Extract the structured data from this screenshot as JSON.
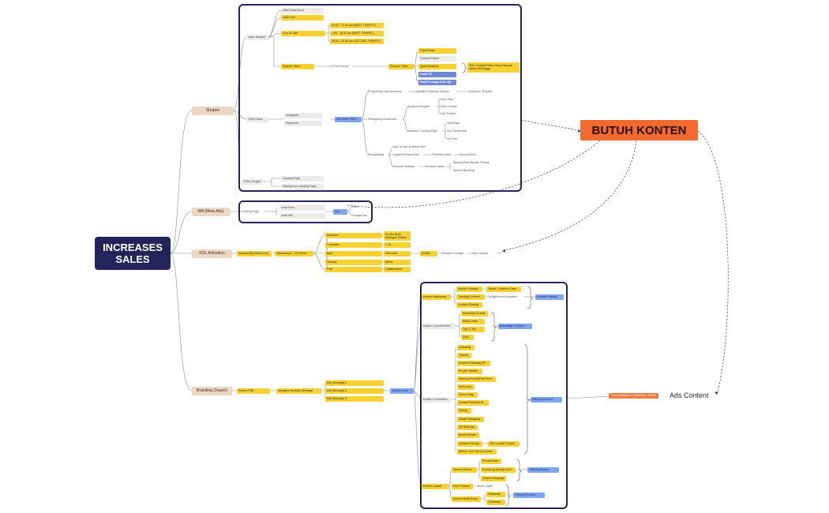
{
  "root": {
    "line1": "INCREASES",
    "line2": "SALES"
  },
  "butuh_konten": "BUTUH KONTEN",
  "ads_content": "Ads Content",
  "platforms": "Post Instagram, Facebook, TikTok",
  "shopee": {
    "label": "Shopee",
    "jalan": "Jalan Shopee",
    "jalan_items": [
      "Jalan Kata Kunci",
      "Jalan Live",
      "Live 24 Jam"
    ],
    "live_slots": [
      "04.00 - 12.00 am (BEST TRAFFIC)",
      "1.00 - 16.00 pm (BEST TRAFFIC)",
      "16.00 - 12.00 pm (SECOND TRAFFIC)"
    ],
    "video": "Shopee Video",
    "post_sehari": "10 Post Sehari",
    "recycle": "Recycle Video",
    "video_items": [
      "Ganti Music",
      "Tambah Frame",
      "Ganti Headline",
      "Ganti VO",
      "Ganti Footage (Klik 2jt)"
    ],
    "video_note": "Stok Footage/Video Harus Banyak dalam Seminggu",
    "cpas": "CPAS Meta",
    "cpas_items": [
      "Instagram",
      "Facebook"
    ],
    "ads_meta": "Ads Meta CPAS",
    "prospecting": "Prospecting New Audience",
    "lookalike": "Lookalike Audience Shopee",
    "aud_shopper": "Audience Shopper",
    "retargeting": "Retargeting Audiences",
    "aud_shopee": "Audience Shopee",
    "aud_shopee_items": [
      "View Toko",
      "Save Produk",
      "Like Produk"
    ],
    "aud_lp": "Audience Landing Page",
    "aud_lp_items": [
      "Visit Page",
      "Klik Tombol WA",
      "Isi Form"
    ],
    "remarketing": "Remarketing",
    "atc": "Ads To Cart tp Belum Beli",
    "launch": "Launch Produk Baru",
    "member": "Member Sebulan",
    "pembeli_lama": "Pembeli Lama",
    "special_price": "Special Price",
    "special_bundle": "Special Price Bundle Produk",
    "special_bundling": "Special Bundling",
    "google": "CPAS Google",
    "google_items": [
      "Landing Page",
      "Katalog non Landing Page"
    ]
  },
  "wa": {
    "label": "WA (Meta Ads)",
    "landing": "Landing Page",
    "forms": [
      "Lead Form",
      "Lead WA"
    ],
    "ads": "Ads",
    "channels": [
      "Meta",
      "Google Ads"
    ]
  },
  "kol": {
    "label": "KOL Activation",
    "sistem": "Sistema Big Influencers",
    "sebulan": "Sebulannya + 10 Follow",
    "rows": [
      [
        "Audience",
        "Ibu-ibu Anak Kalangan Bisbas"
      ],
      [
        "Followers",
        "> 1k"
      ],
      [
        "Brief",
        "Dan Kata"
      ],
      [
        "Sharing",
        "Active"
      ],
      [
        "Post",
        "Collaboration"
      ]
    ],
    "konten": "Konten",
    "recycle": "Recycle Footage",
    "ads_content": "Ads Content"
  },
  "branding": {
    "label": "Branding Organic",
    "pilar": "Konten Pilar",
    "pengaruh": "Mengacu Reduksi Message",
    "messages": [
      "Key Message 1",
      "Key Message 2",
      "Key Message 3"
    ],
    "jenis": "Jenis Konten",
    "awareness": "Konten Awareness",
    "aw_items": [
      "Konten Edukasi",
      "Trending Content",
      "Content Sharing"
    ],
    "aw_extra": [
      "Teknik - Problem/Case",
      "Jg lagi trend di medsos"
    ],
    "problem": "Problem Market",
    "consideration": "Konten Consideration",
    "cons_items": [
      "Kelebihan Produk",
      "Before After",
      "Tips & Trik",
      "Q&A"
    ],
    "advantage": "Advantage Product",
    "conversion": "Konten Conversion",
    "conv_items": [
      "Unboxing",
      "Tutorial",
      "Review 5 Bintang MP",
      "Produk Terlaris",
      "Packing Produk/Print Resi",
      "Soft Lover",
      "Demo Testy",
      "Honest Review/KOL",
      "Polling",
      "Detail Packaging",
      "Q0 Bikin ala",
      "Brand Stories",
      "Gradient Survey",
      "Behind The Scene product"
    ],
    "test_launch": "Test Launch Produk",
    "offering": "Offering Product",
    "loyalty": "Konten Loyalti",
    "special_diskon": "Special Diskon",
    "diskon_items": [
      "Produk Baru",
      "Produk yg sering a beli",
      "Omzet Campaign"
    ],
    "free": "Free Product",
    "free_extra": "Buat Loyalti",
    "social": "Social Media Event",
    "social_items": [
      "Giveaway",
      "Challenge"
    ]
  }
}
